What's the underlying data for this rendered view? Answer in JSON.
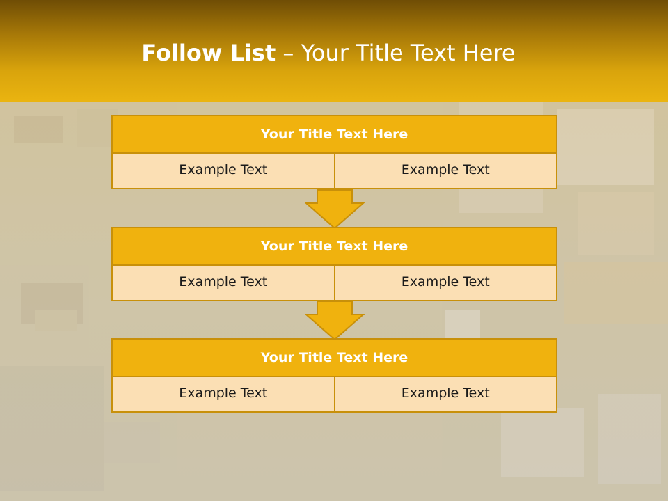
{
  "slide": {
    "title_bold": "Follow List",
    "title_rest": " – Your Title Text Here"
  },
  "boxes": [
    {
      "title": "Your Title Text Here",
      "left": "Example Text",
      "right": "Example Text"
    },
    {
      "title": "Your Title Text Here",
      "left": "Example Text",
      "right": "Example Text"
    },
    {
      "title": "Your Title Text Here",
      "left": "Example Text",
      "right": "Example Text"
    }
  ],
  "colors": {
    "accent": "#f0b20e",
    "accent_border": "#c8900a",
    "cell_fill": "#fbdfb4"
  }
}
